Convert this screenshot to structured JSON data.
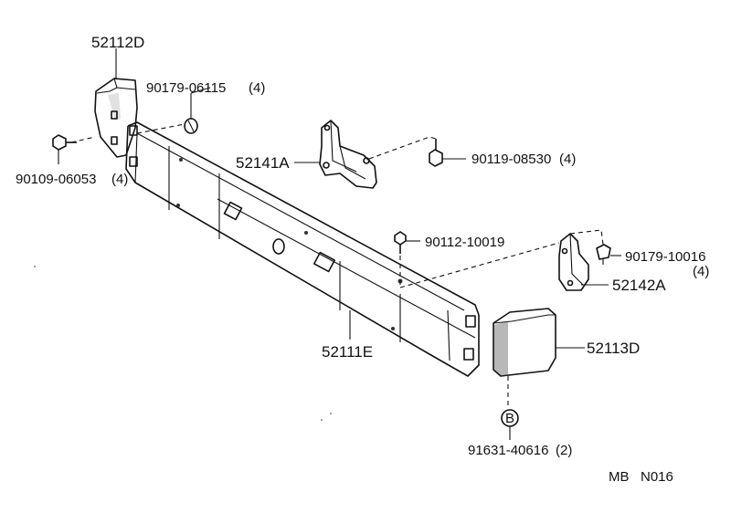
{
  "labels": {
    "bumper_end_left": "52112D",
    "retainer_top": "90179-06115",
    "retainer_top_qty": "(4)",
    "bolt_left": "90109-06053",
    "bolt_left_qty": "(4)",
    "bracket_left": "52141A",
    "bolt_bracket": "90119-08530",
    "bolt_bracket_qty": "(4)",
    "bolt_center": "90112-10019",
    "retainer_right": "90179-10016",
    "retainer_right_qty": "(4)",
    "bracket_right": "52142A",
    "reinforcement": "52111E",
    "bumper_end_right": "52113D",
    "circle_marker": "B",
    "clip": "91631-40616",
    "clip_qty": "(2)",
    "diagram_code": "MB   N016"
  }
}
